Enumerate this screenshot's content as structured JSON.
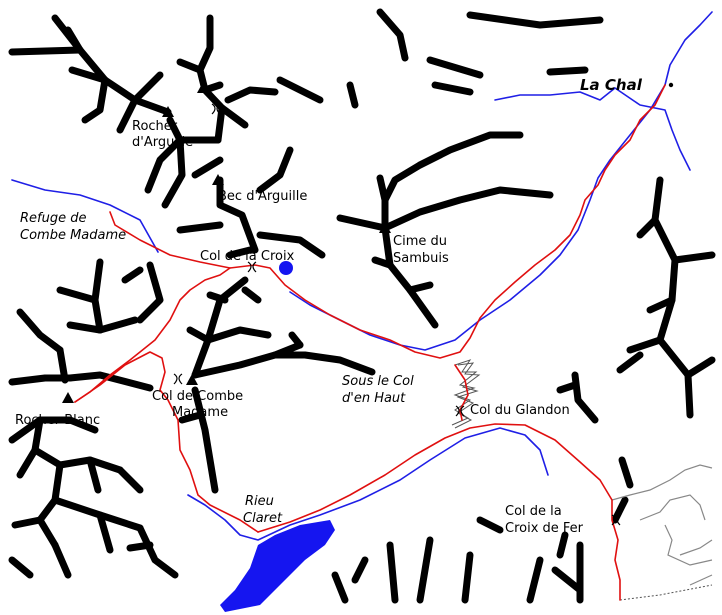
{
  "labels": {
    "la_chal": "La Chal",
    "rocher_arguille_1": "Rocher",
    "rocher_arguille_2": "d'Arguille",
    "bec_arguille": "Bec d'Arguille",
    "refuge_1": "Refuge de",
    "refuge_2": "Combe Madame",
    "col_croix": "Col de la Croix",
    "cime_1": "Cime du",
    "cime_2": "Sambuis",
    "col_combe_1": "Col de Combe",
    "col_combe_2": "Madame",
    "rocher_blanc": "Rocher Blanc",
    "sous_col_1": "Sous le Col",
    "sous_col_2": "d'en Haut",
    "col_glandon": "Col du Glandon",
    "rieu_1": "Rieu",
    "rieu_2": "Claret",
    "croix_fer_1": "Col de la",
    "croix_fer_2": "Croix de Fer"
  },
  "colors": {
    "ridge": "#000000",
    "river": "#1f1fe6",
    "route": "#e01010",
    "lake": "#1515f0"
  }
}
